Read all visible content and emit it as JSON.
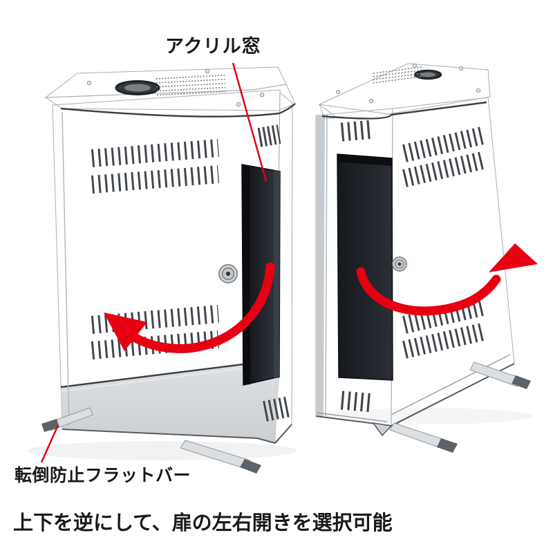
{
  "annotations": {
    "acrylic_window_label": "アクリル窓",
    "flat_bar_label": "転倒防止フラットバー",
    "caption": "上下を逆にして、扉の左右開きを選択可能"
  },
  "views": {
    "left_cabinet": "front-facing security box with acrylic window strip on door",
    "right_cabinet": "same box turned upside down / reversed so door opens the other way"
  },
  "icons": {
    "door_swing_left_arrow": "red curved arrow pointing left",
    "door_swing_right_arrow": "red curved arrow pointing up-right",
    "leader_lines": "thin red callout lines"
  },
  "colors": {
    "background": "#ffffff",
    "arrow_red": "#e60012",
    "text_black": "#1a1a1a",
    "cabinet_light": "#e4e6e8",
    "cabinet_mid": "#d2d5d8",
    "cabinet_dark": "#bfc4c8",
    "window_dark": "#1a1d23"
  }
}
